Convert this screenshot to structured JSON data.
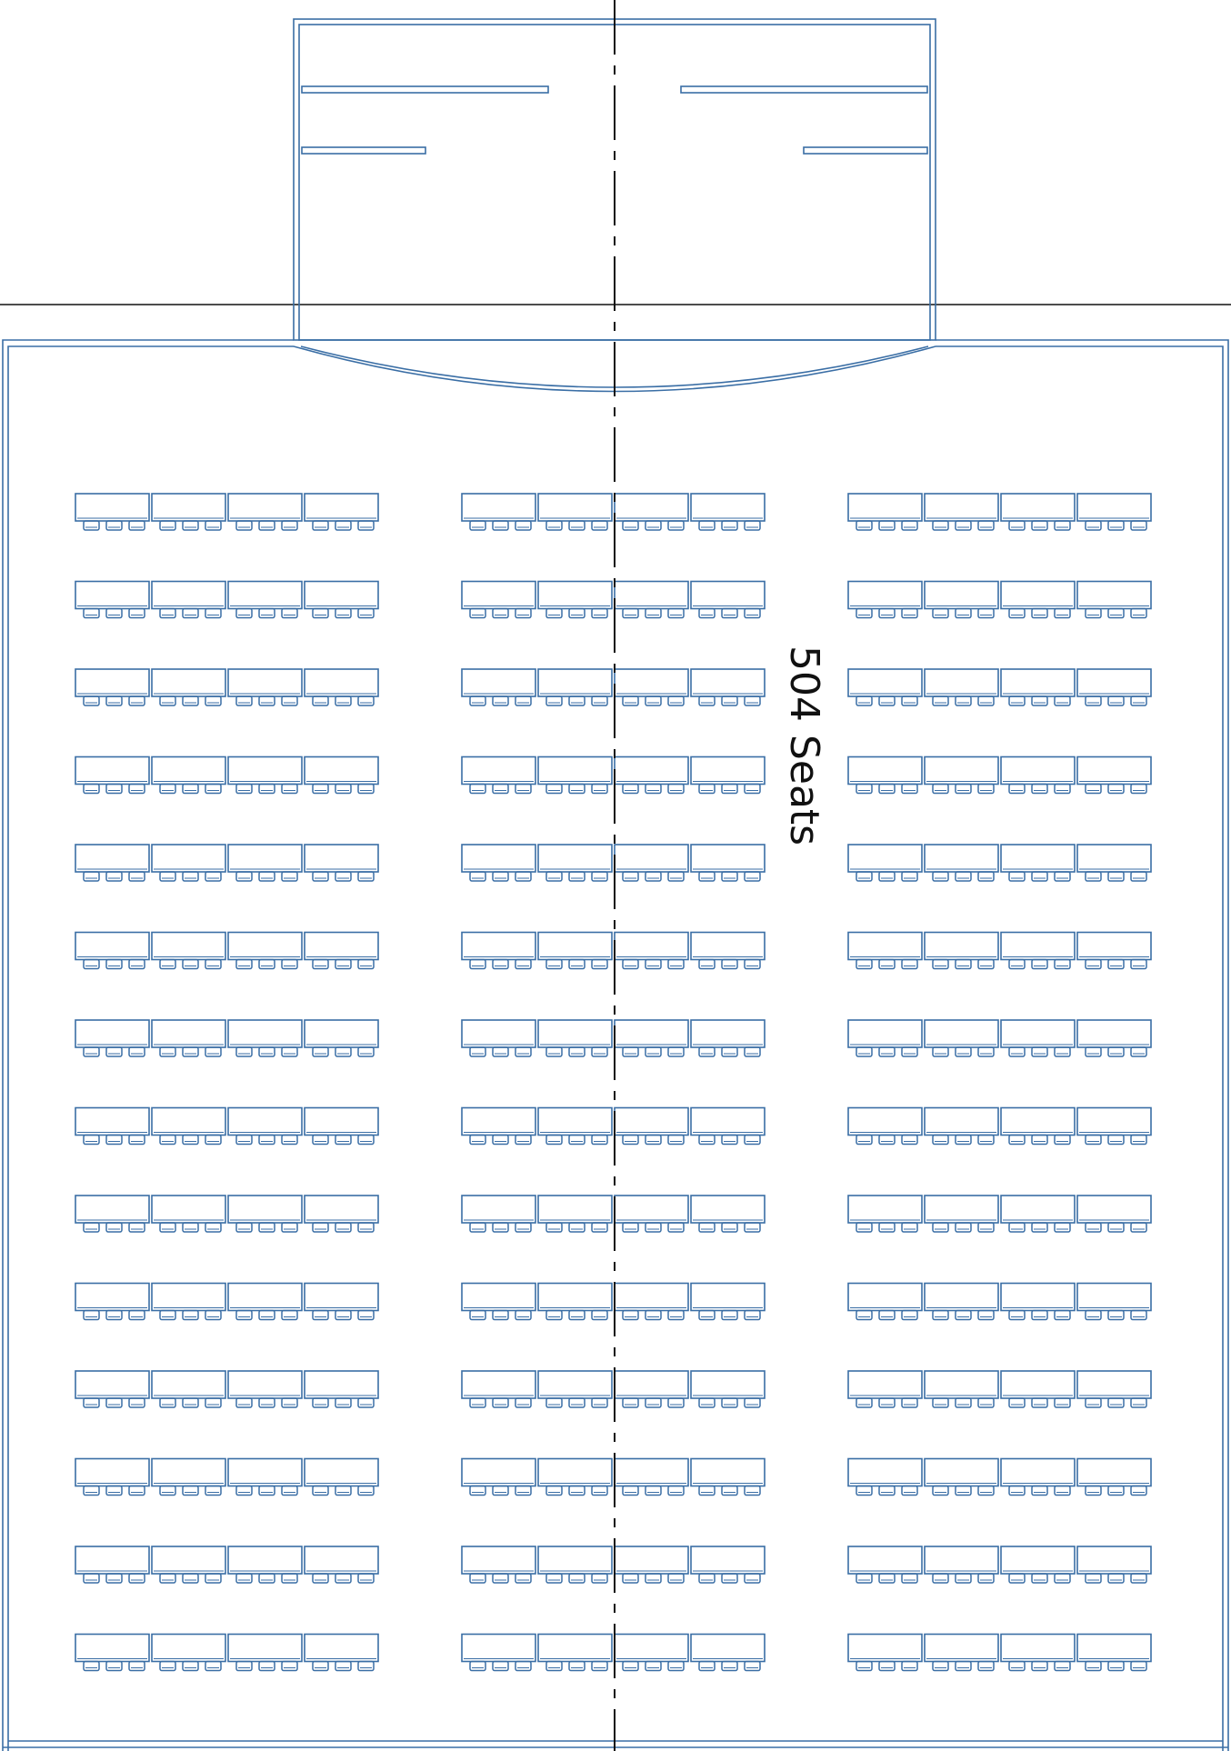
{
  "capacity_label": "504 Seats",
  "layout": {
    "sections": 3,
    "rows_per_section": 14,
    "tables_per_row": 4,
    "chairs_per_table": 3
  },
  "colors": {
    "furniture": "#3a6ea5",
    "walls": "#3a6ea5",
    "lines": "#111111",
    "background": "#ffffff"
  }
}
